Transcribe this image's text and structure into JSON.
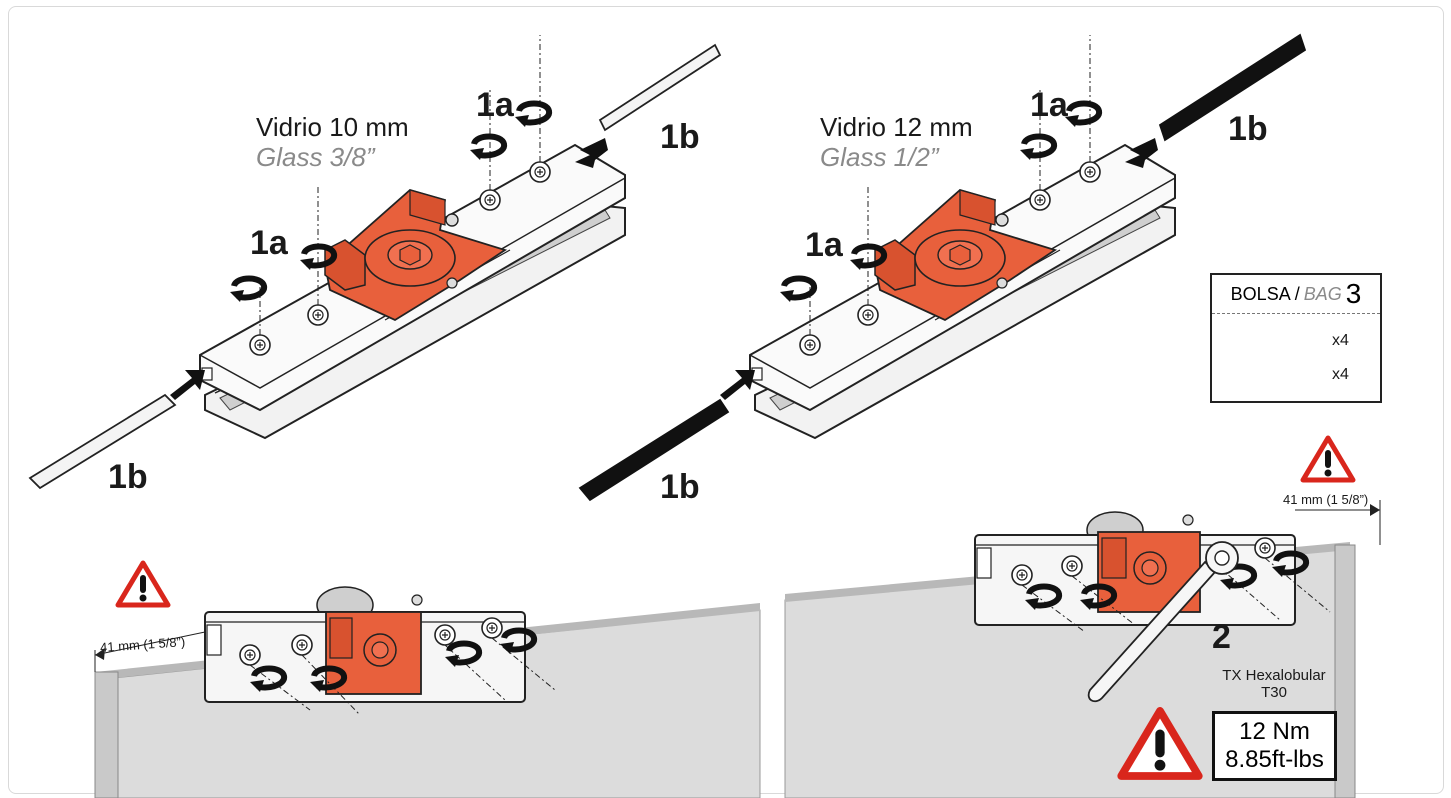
{
  "left": {
    "title": "Vidrio 10 mm",
    "subtitle": "Glass 3/8”",
    "step_1a": "1a",
    "step_1b": "1b",
    "dimension": "41 mm (1 5/8”)"
  },
  "right": {
    "title": "Vidrio 12 mm",
    "subtitle": "Glass 1/2”",
    "step_1a": "1a",
    "step_1b": "1b",
    "dimension": "41 mm (1 5/8”)",
    "step_2": "2"
  },
  "bag": {
    "label": "BOLSA /",
    "label_en": "BAG",
    "number": "3",
    "qty_white": "x4",
    "qty_black": "x4"
  },
  "tool": {
    "line1": "TX Hexalobular",
    "line2": "T30"
  },
  "torque": {
    "metric": "12 Nm",
    "imperial": "8.85ft-lbs"
  },
  "colors": {
    "orange": "#e8603c",
    "glass": "#dcdcdc",
    "warning_red": "#d9261c"
  },
  "icons": [
    "warning-icon",
    "rotate-arrow-icon",
    "push-arrow-icon",
    "screw-icon",
    "torque-wrench-icon"
  ]
}
